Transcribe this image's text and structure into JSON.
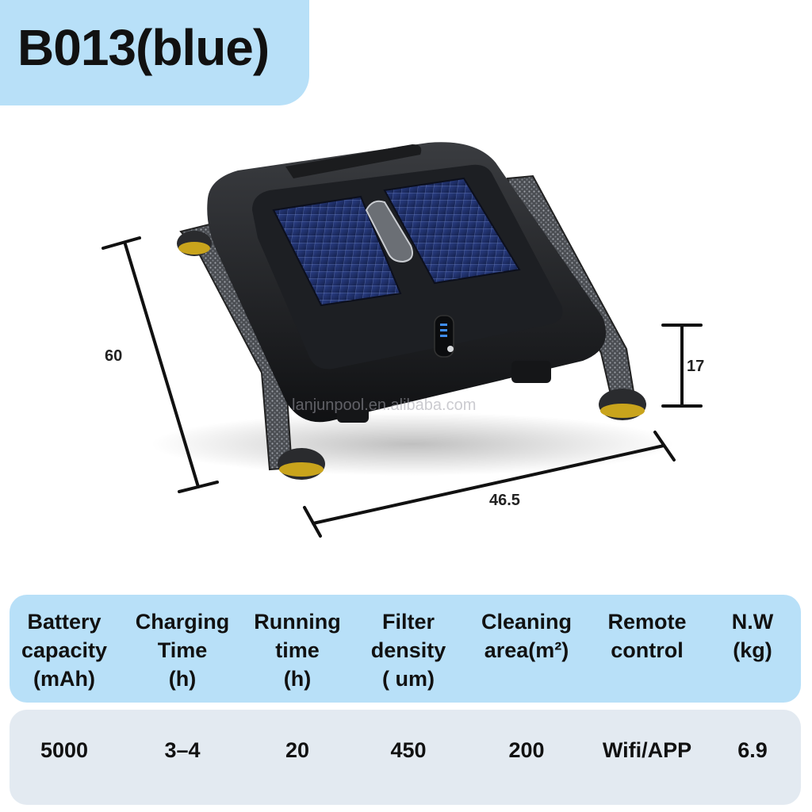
{
  "title": "B013(blue)",
  "dimensions": {
    "depth": "60",
    "width": "46.5",
    "height": "17"
  },
  "watermark": "lanjunpool.en.alibaba.com",
  "specs": {
    "headers": [
      [
        "Battery",
        "capacity",
        "(mAh)"
      ],
      [
        "Charging",
        "Time",
        "(h)"
      ],
      [
        "Running",
        "time",
        "(h)"
      ],
      [
        "Filter",
        "density",
        "( um)"
      ],
      [
        "Cleaning",
        "area(m²)"
      ],
      [
        "Remote",
        "control"
      ],
      [
        "N.W",
        "(kg)"
      ]
    ],
    "values": [
      "5000",
      "3–4",
      "20",
      "450",
      "200",
      "Wifi/APP",
      "6.9"
    ]
  }
}
